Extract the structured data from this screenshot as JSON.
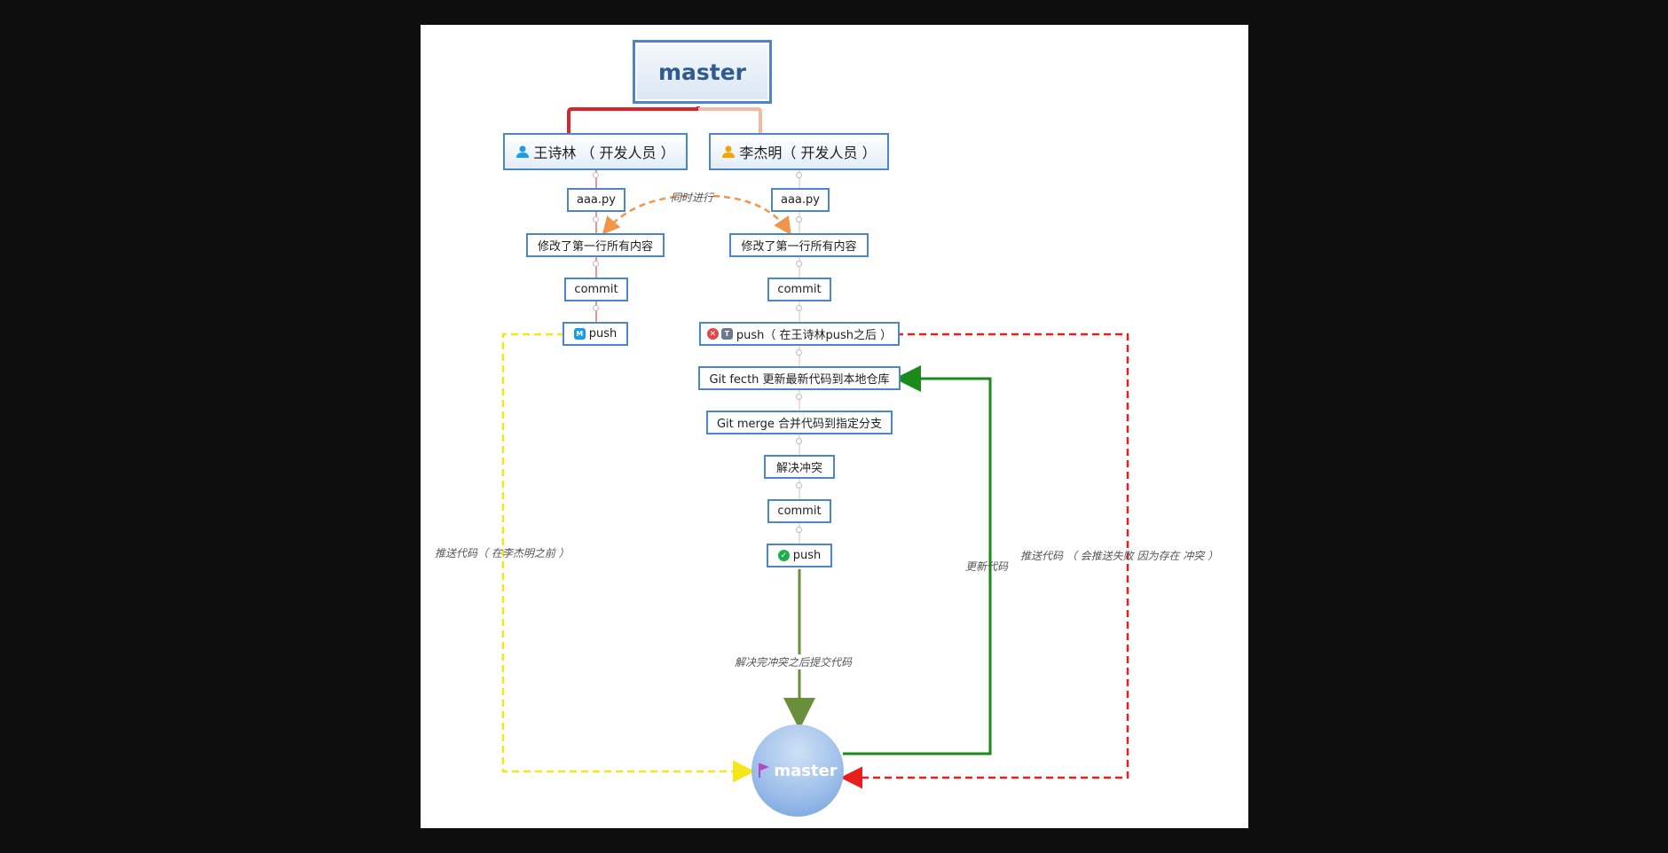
{
  "root": {
    "title": "master"
  },
  "left_branch": {
    "title": "王诗林 （ 开发人员 ）",
    "icon": "user-icon",
    "icon_color": "#1a9ce8",
    "steps": [
      "aaa.py",
      "修改了第一行所有内容",
      "commit",
      "push"
    ],
    "push_badge": "M",
    "push_label": "push"
  },
  "right_branch": {
    "title": "李杰明（ 开发人员 ）",
    "icon": "user-icon",
    "icon_color": "#f2a400",
    "steps": [
      "aaa.py",
      "修改了第一行所有内容",
      "commit"
    ],
    "failed_push_badge": "T",
    "failed_push_label": "push（ 在王诗林push之后 ）",
    "recovery_steps": [
      "Git fecth 更新最新代码到本地仓库",
      "Git merge 合并代码到指定分支",
      "解决冲突",
      "commit"
    ],
    "final_push_label": "push"
  },
  "end": {
    "title": "master",
    "icon": "flag-icon",
    "icon_color": "#b04ac8"
  },
  "annotations": {
    "simultaneous": "同时进行",
    "left_push": "推送代码（ 在李杰明之前 ）",
    "update": "更新代码",
    "right_push_fail": "推送代码 （ 会推送失败  因为存在  冲突 ）",
    "resolved_submit": "解决完冲突之后提交代码"
  },
  "colors": {
    "node_border": "#4a86c8",
    "left_push_arrow": "#f5e51b",
    "fail_arrow": "#e81d1d",
    "update_arrow": "#1a8a1a",
    "submit_arrow": "#6a8f3a",
    "simultaneous_arrow": "#f0954a"
  }
}
